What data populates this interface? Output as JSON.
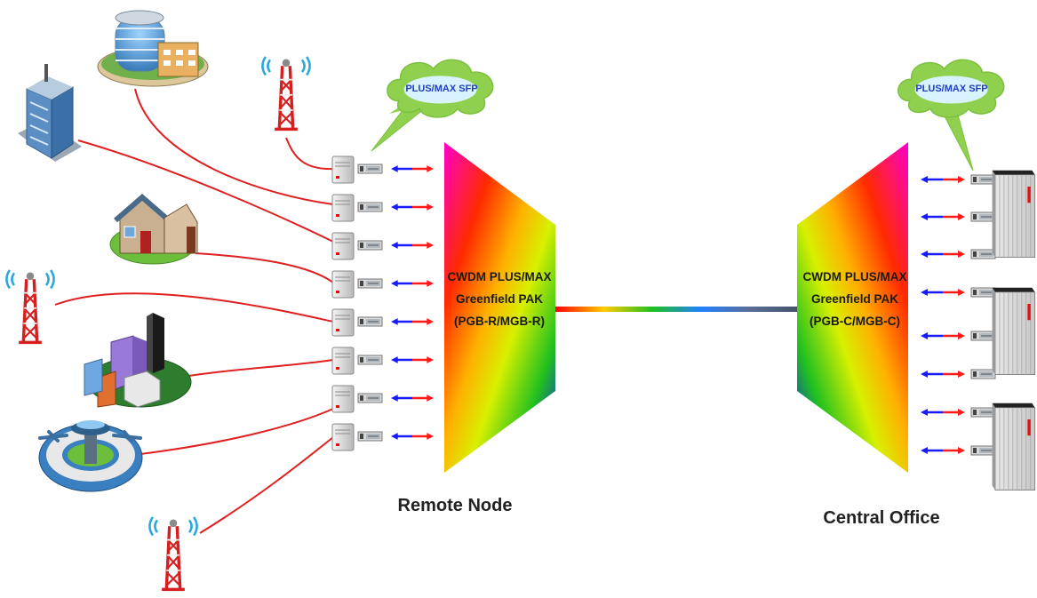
{
  "clouds": {
    "remote": "PLUS/MAX SFP",
    "central": "PLUS/MAX SFP"
  },
  "mux_remote": {
    "line1": "CWDM PLUS/MAX",
    "line2": "Greenfield PAK",
    "line3": "(PGB-R/MGB-R)"
  },
  "mux_central": {
    "line1": "CWDM PLUS/MAX",
    "line2": "Greenfield PAK",
    "line3": "(PGB-C/MGB-C)"
  },
  "captions": {
    "remote_node": "Remote Node",
    "central_office": "Central Office"
  },
  "colors": {
    "fiber": "#e02020",
    "arrow_blue": "#1a1aff",
    "arrow_red": "#ff1a1a",
    "cloud": "#8fd14f",
    "cloud_text": "#1f3fbf",
    "trunk_end": "#44546a"
  },
  "icons": {
    "sites": [
      "cell-tower-icon",
      "office-building-icon",
      "office-tower-icon",
      "house-icon",
      "city-icon",
      "airport-icon"
    ],
    "equipment": [
      "server-icon",
      "sfp-module-icon",
      "chassis-icon"
    ]
  }
}
